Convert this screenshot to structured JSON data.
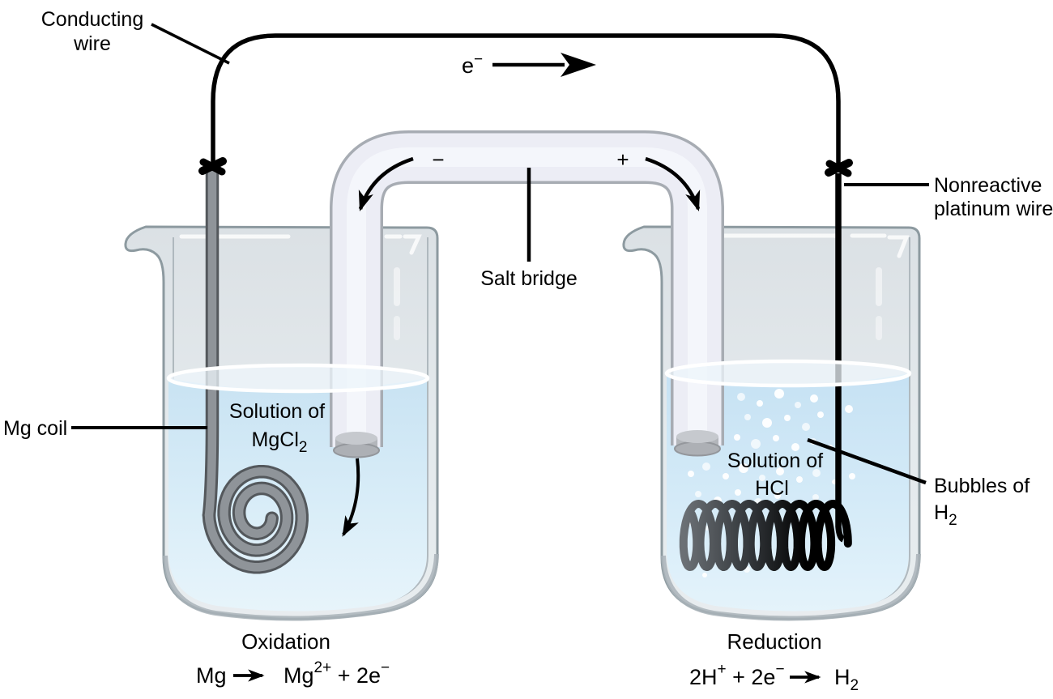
{
  "figure": {
    "conducting_wire_label": [
      "Conducting",
      "wire"
    ],
    "electron": {
      "base": "e",
      "sup": "−"
    },
    "salt_bridge": {
      "label": "Salt bridge",
      "left_sign": "−",
      "right_sign": "+"
    },
    "left_cell": {
      "electrode_label": "Mg coil",
      "solution_line1": "Solution of",
      "solution_formula": {
        "base": "MgCl",
        "sub": "2"
      },
      "process_label": "Oxidation",
      "equation": {
        "lhs": "Mg",
        "rhs_species": "Mg",
        "rhs_charge": "2+",
        "rhs_rest": " + 2e",
        "rhs_charge2": "−"
      }
    },
    "right_cell": {
      "electrode_label": [
        "Nonreactive",
        "platinum wire"
      ],
      "solution_line1": "Solution of",
      "solution_line2": "HCl",
      "bubbles_label": {
        "line1": "Bubbles of",
        "formula_base": "H",
        "formula_sub": "2"
      },
      "process_label": "Reduction",
      "equation": {
        "lhs_a": "2H",
        "lhs_sup_a": "+",
        "lhs_b": " + 2e",
        "lhs_sup_b": "−",
        "rhs_base": "H",
        "rhs_sub": "2"
      }
    },
    "colors": {
      "wire": "#000000",
      "solution_fill": "#cde6f5",
      "glass_fill": "#dde4e8",
      "tube_fill": "#ecedf5",
      "magnesium": "#8f9499",
      "platinum": "#111111",
      "bubble": "#ffffff",
      "text": "#000000"
    }
  }
}
